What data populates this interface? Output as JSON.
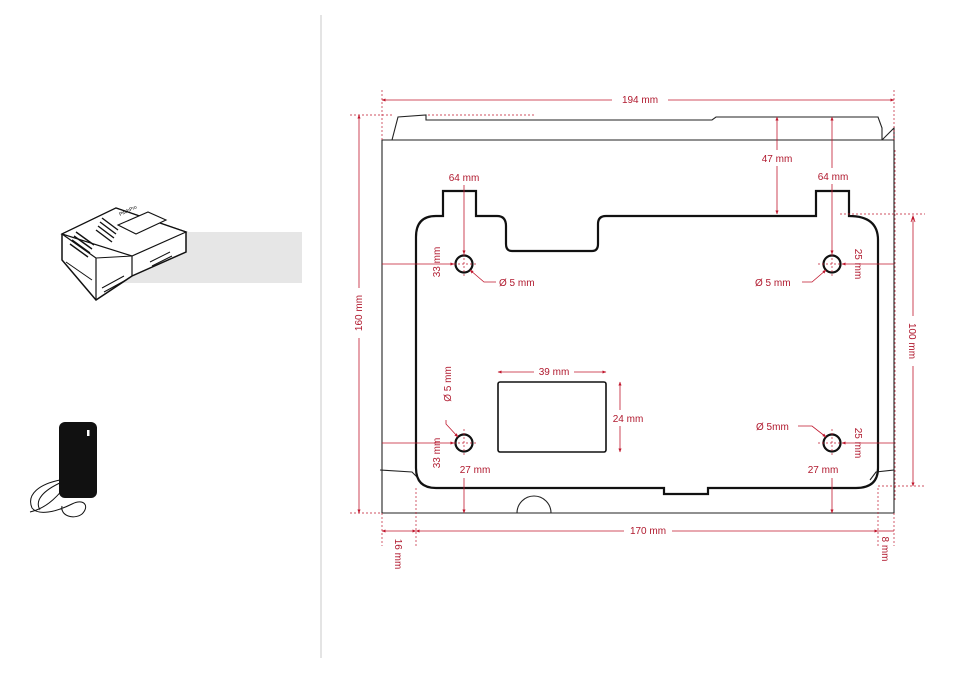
{
  "colors": {
    "dimension": "#c0182e",
    "outline": "#111111",
    "product_panel": "#e6e6e6",
    "divider": "#c8c8c8"
  },
  "products": [
    {
      "name": "control-unit-illustration",
      "logo_text": "PitchPro"
    },
    {
      "name": "power-adapter-illustration"
    }
  ],
  "dimensions": {
    "overall_width": "194 mm",
    "overall_height": "160 mm",
    "inner_width": "170 mm",
    "inner_height": "100 mm",
    "left_offset": "16 mm",
    "right_offset": "8 mm",
    "top_depth": "47 mm",
    "tab_left_width": "64 mm",
    "tab_right_width": "64 mm",
    "hole_tl_diameter": "Ø 5 mm",
    "hole_tr_diameter": "Ø 5 mm",
    "hole_bl_diameter": "Ø 5 mm",
    "hole_br_diameter": "Ø 5mm",
    "hole_tl_vertical": "33 mm",
    "hole_bl_vertical": "33 mm",
    "hole_tr_vertical": "25 mm",
    "hole_br_vertical": "25 mm",
    "hole_bl_horizontal": "27 mm",
    "hole_br_horizontal": "27 mm",
    "window_width": "39 mm",
    "window_height": "24 mm"
  }
}
